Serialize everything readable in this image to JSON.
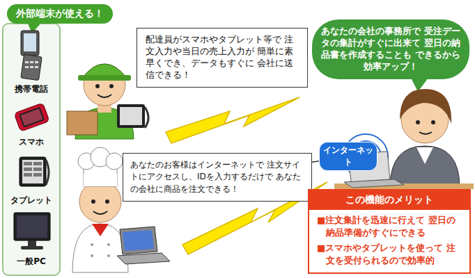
{
  "diagram": {
    "nodes": [
      {
        "text": [
          "外部端末が使える！"
        ]
      },
      {
        "text": [
          "配達員がスマホやタブレット等で 注文入力や当日の売上入力が 簡単に素早くでき、データもすぐに 会社に送信できる！"
        ]
      },
      {
        "text": [
          "あなたの会社の事務所で 受注データの集計がすぐに出来て 翌日の納品書を作成することも できるから効率アップ！"
        ]
      },
      {
        "text": [
          "あなたのお客様はインターネットで 注文サイトにアクセスし、IDを入力するだけで あなたの会社に商品を注文できる！"
        ]
      },
      {
        "text": [
          "インターネット"
        ]
      },
      {
        "text": [
          "この機能のメリット",
          "■注文集計を迅速に行えて 翌日の納品準備がすぐにできる",
          "■スマホやタブレットを使って 注文を受付られるので効率的"
        ]
      }
    ],
    "edges": [
      {
        "from": 3,
        "to": 4,
        "arrow": "none"
      }
    ],
    "labels": [
      "携帯電話",
      "スマホ",
      "タブレット",
      "一般PC"
    ]
  }
}
